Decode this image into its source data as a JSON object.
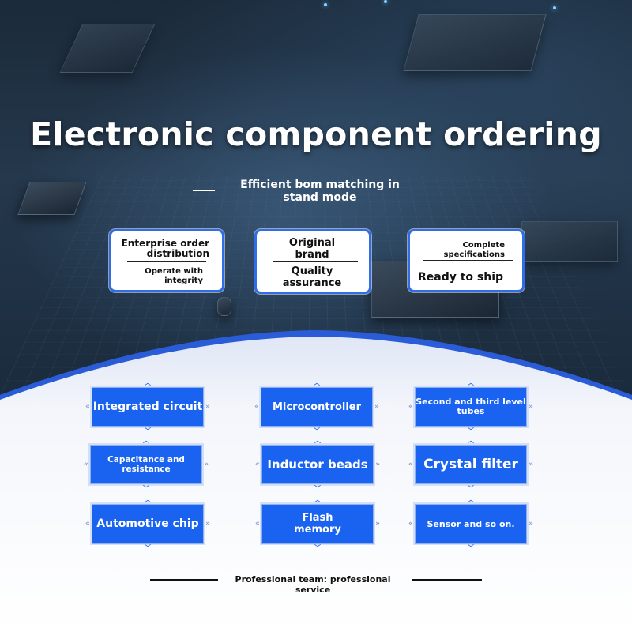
{
  "header": {
    "title": "Electronic component ordering",
    "subtitle": "Efficient bom matching in stand mode"
  },
  "cards": [
    {
      "top_text": "Enterprise order distribution",
      "bottom_text": "Operate with integrity"
    },
    {
      "top_text": "Original brand",
      "bottom_text": "Quality assurance"
    },
    {
      "top_text": "Complete specifications",
      "bottom_text": "Ready to ship"
    }
  ],
  "categories": [
    {
      "label": "Integrated circuit"
    },
    {
      "label": "Microcontroller"
    },
    {
      "label": "Second and third level tubes"
    },
    {
      "label": "Capacitance and resistance"
    },
    {
      "label": "Inductor beads"
    },
    {
      "label": "Crystal filter"
    },
    {
      "label": "Automotive chip"
    },
    {
      "label": "Flash memory"
    },
    {
      "label": "Sensor and so on."
    }
  ],
  "footer": {
    "text": "Professional team: professional service"
  },
  "colors": {
    "accent": "#1a63f0",
    "card_border": "#2f6ee8",
    "hero_dark": "#1b2a3a"
  }
}
